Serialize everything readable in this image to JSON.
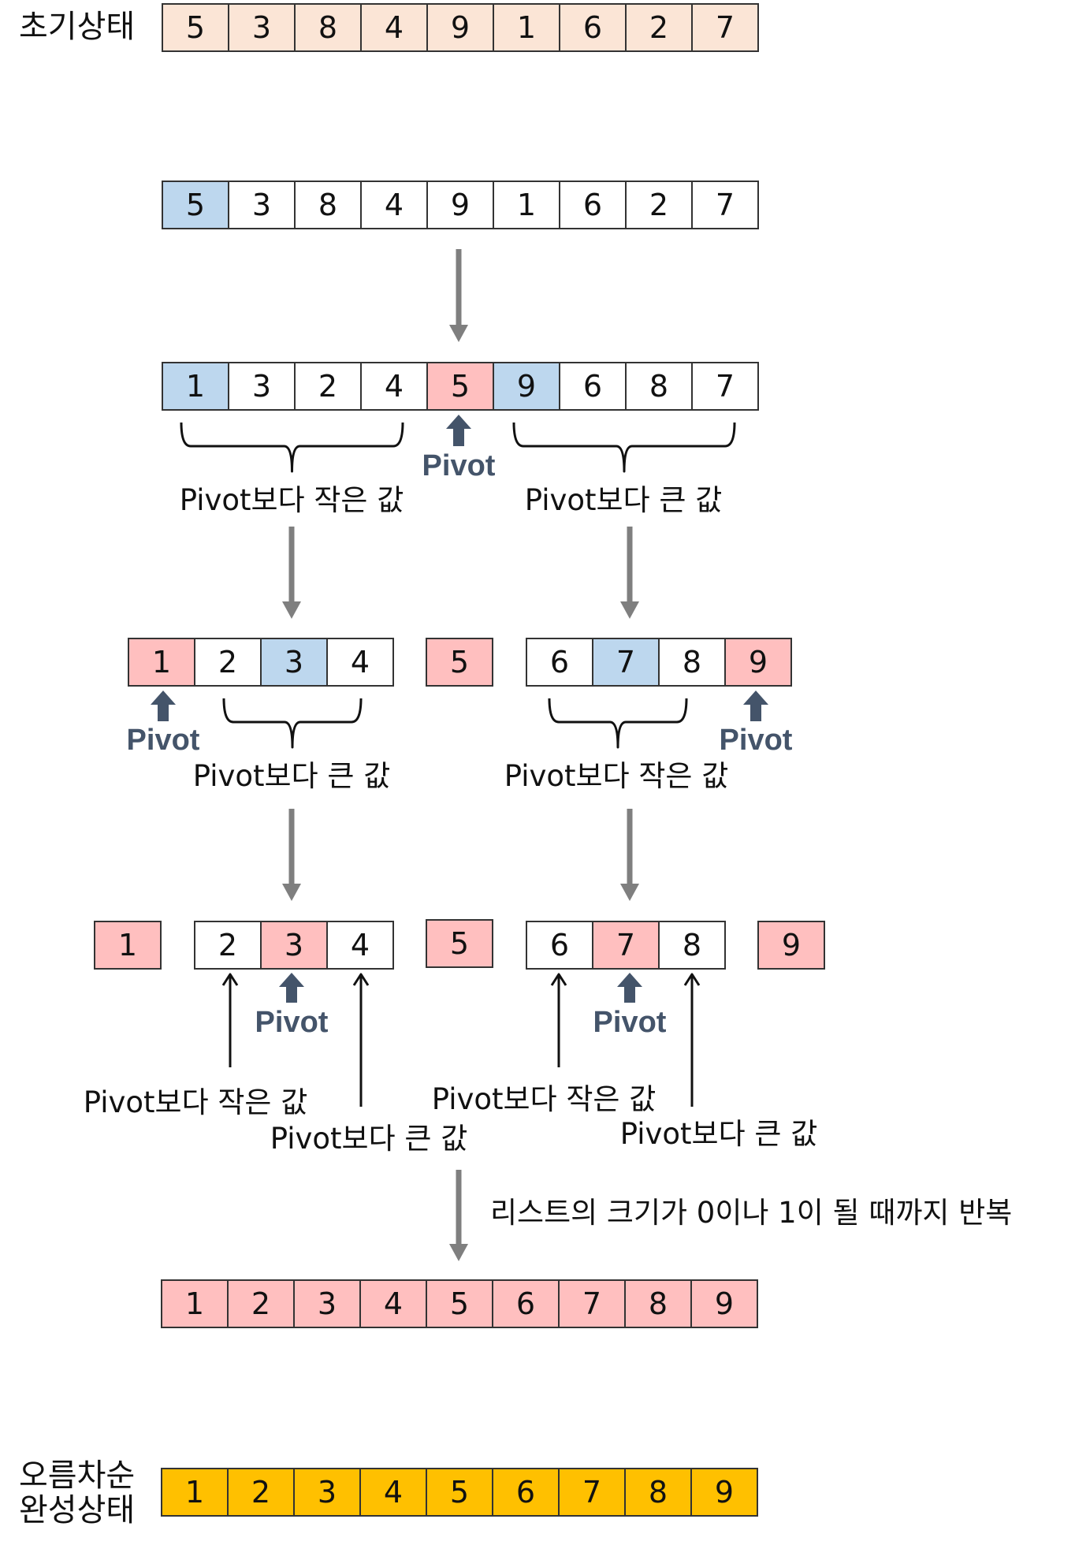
{
  "colors": {
    "initial": "#fbe5d6",
    "pivot_blue": "#bdd7ee",
    "pivot_red": "#ffbfbf",
    "white": "#ffffff",
    "final": "#ffc000",
    "pivot_text": "#44546a",
    "gray_arrow": "#7f7f7f",
    "border": "#333333"
  },
  "labels": {
    "initial_state": "초기상태",
    "sorted_state_line1": "오름차순",
    "sorted_state_line2": "완성상태",
    "pivot": "Pivot",
    "smaller": "Pivot보다 작은 값",
    "larger": "Pivot보다 큰 값",
    "repeat_note": "리스트의 크기가 0이나 1이 될 때까지 반복"
  },
  "rows": [
    {
      "name": "initial",
      "values": [
        "5",
        "3",
        "8",
        "4",
        "9",
        "1",
        "6",
        "2",
        "7"
      ],
      "fills": [
        "initial",
        "initial",
        "initial",
        "initial",
        "initial",
        "initial",
        "initial",
        "initial",
        "initial"
      ]
    },
    {
      "name": "select-pivot",
      "values": [
        "5",
        "3",
        "8",
        "4",
        "9",
        "1",
        "6",
        "2",
        "7"
      ],
      "fills": [
        "pivot_blue",
        "white",
        "white",
        "white",
        "white",
        "white",
        "white",
        "white",
        "white"
      ]
    },
    {
      "name": "partition-1",
      "values": [
        "1",
        "3",
        "2",
        "4",
        "5",
        "9",
        "6",
        "8",
        "7"
      ],
      "fills": [
        "pivot_blue",
        "white",
        "white",
        "white",
        "pivot_red",
        "pivot_blue",
        "white",
        "white",
        "white"
      ]
    },
    {
      "name": "partition-2",
      "groups": [
        {
          "values": [
            "1",
            "2",
            "3",
            "4"
          ],
          "fills": [
            "pivot_red",
            "white",
            "pivot_blue",
            "white"
          ]
        },
        {
          "values": [
            "5"
          ],
          "fills": [
            "pivot_red"
          ]
        },
        {
          "values": [
            "6",
            "7",
            "8",
            "9"
          ],
          "fills": [
            "white",
            "pivot_blue",
            "white",
            "pivot_red"
          ]
        }
      ]
    },
    {
      "name": "partition-3",
      "groups": [
        {
          "values": [
            "1"
          ],
          "fills": [
            "pivot_red"
          ]
        },
        {
          "values": [
            "2",
            "3",
            "4"
          ],
          "fills": [
            "white",
            "pivot_red",
            "white"
          ]
        },
        {
          "values": [
            "5"
          ],
          "fills": [
            "pivot_red"
          ]
        },
        {
          "values": [
            "6",
            "7",
            "8"
          ],
          "fills": [
            "white",
            "pivot_red",
            "white"
          ]
        },
        {
          "values": [
            "9"
          ],
          "fills": [
            "pivot_red"
          ]
        }
      ]
    },
    {
      "name": "all-sorted",
      "values": [
        "1",
        "2",
        "3",
        "4",
        "5",
        "6",
        "7",
        "8",
        "9"
      ],
      "fills": [
        "pivot_red",
        "pivot_red",
        "pivot_red",
        "pivot_red",
        "pivot_red",
        "pivot_red",
        "pivot_red",
        "pivot_red",
        "pivot_red"
      ]
    },
    {
      "name": "final",
      "values": [
        "1",
        "2",
        "3",
        "4",
        "5",
        "6",
        "7",
        "8",
        "9"
      ],
      "fills": [
        "final",
        "final",
        "final",
        "final",
        "final",
        "final",
        "final",
        "final",
        "final"
      ]
    }
  ]
}
